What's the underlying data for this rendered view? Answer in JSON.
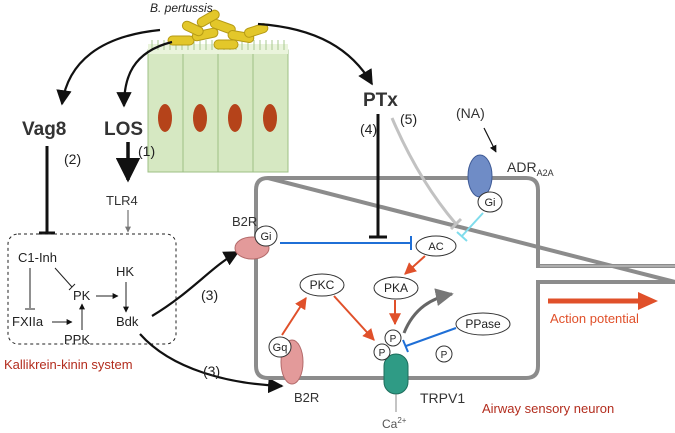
{
  "labels": {
    "bacterium": "B. pertussis",
    "vag8": "Vag8",
    "los": "LOS",
    "ptx": "PTx",
    "step_vag8": "(2)",
    "step_los": "(1)",
    "step_ptx_left": "(4)",
    "step_ptx_right": "(5)",
    "step_bdk_top": "(3)",
    "step_bdk_bottom": "(3)",
    "na": "(NA)",
    "adr_main": "ADR",
    "adr_sub": "A2A",
    "tlr4": "TLR4",
    "c1inh": "C1-Inh",
    "hk": "HK",
    "pk": "PK",
    "bdk": "Bdk",
    "fxiia": "FXIIa",
    "ppk": "PPK",
    "kks": "Kallikrein-kinin system",
    "b2r_top": "B2R",
    "b2r_bottom": "B2R",
    "gi_receptor": "Gi",
    "gi_adr": "Gi",
    "gq": "Gq",
    "ac": "AC",
    "pkc": "PKC",
    "pka": "PKA",
    "ppase": "PPase",
    "p_top": "P",
    "p_left": "P",
    "p_free": "P",
    "trpv1": "TRPV1",
    "ca_main": "Ca",
    "ca_sup": "2+",
    "action_potential": "Action potential",
    "neuron": "Airway sensory neuron"
  },
  "colors": {
    "inhibit_blue": "#1f6fd6",
    "activation_red": "#e0502a",
    "neuron_outline": "#8c8c8c",
    "pertussis_yellow": "#e3c72a",
    "epithelium_green": "#d6e8c2",
    "nucleus_brown": "#b5431a",
    "b2r_pink": "#e39a9a",
    "adr_blue": "#6f8cc6",
    "trpv1_teal": "#2f9b85",
    "label_red": "#b32d1e"
  }
}
